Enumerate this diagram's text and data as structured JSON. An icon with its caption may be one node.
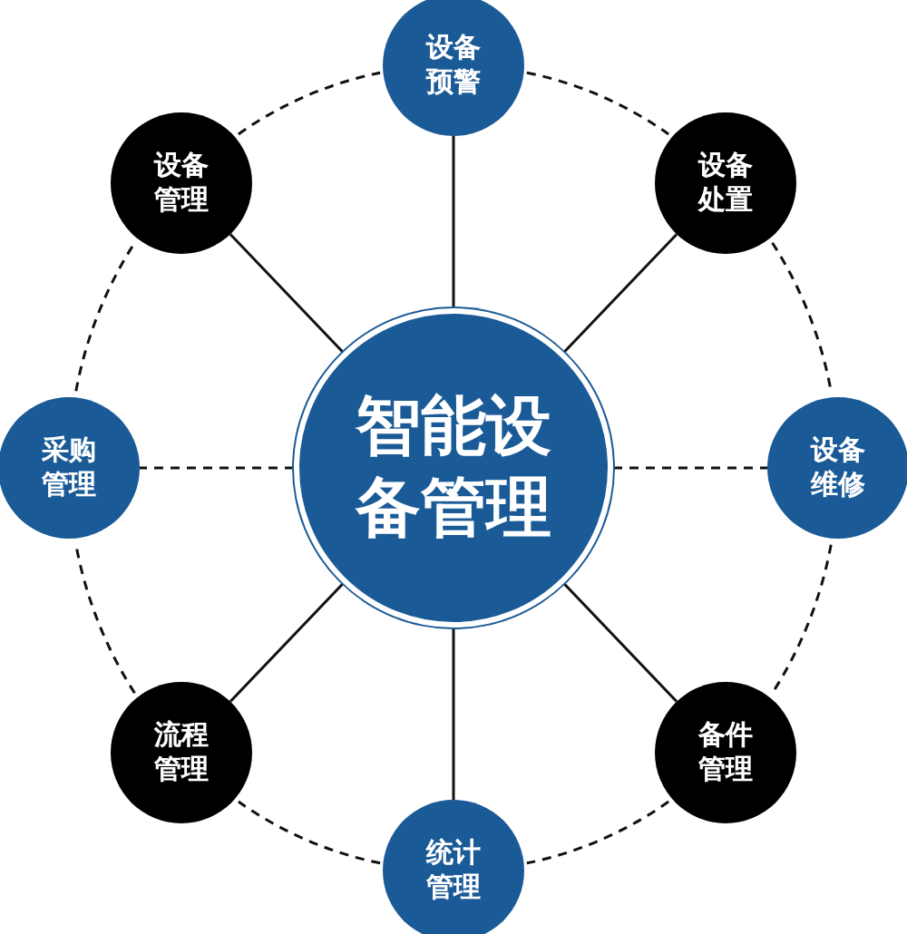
{
  "diagram": {
    "nodes": [
      {
        "text": [
          "智能设备管理"
        ]
      },
      {
        "text": [
          "设备预警"
        ]
      },
      {
        "text": [
          "设备处置"
        ]
      },
      {
        "text": [
          "设备维修"
        ]
      },
      {
        "text": [
          "备件管理"
        ]
      },
      {
        "text": [
          "统计管理"
        ]
      },
      {
        "text": [
          "流程管理"
        ]
      },
      {
        "text": [
          "采购管理"
        ]
      },
      {
        "text": [
          "设备管理"
        ]
      }
    ],
    "edges": [
      {
        "from": 0,
        "to": 1,
        "arrow": "none"
      },
      {
        "from": 0,
        "to": 2,
        "arrow": "none"
      },
      {
        "from": 0,
        "to": 3,
        "arrow": "none",
        "style": "dashed"
      },
      {
        "from": 0,
        "to": 4,
        "arrow": "none"
      },
      {
        "from": 0,
        "to": 5,
        "arrow": "none"
      },
      {
        "from": 0,
        "to": 6,
        "arrow": "none"
      },
      {
        "from": 0,
        "to": 7,
        "arrow": "none",
        "style": "dashed"
      },
      {
        "from": 0,
        "to": 8,
        "arrow": "none"
      },
      {
        "from": 1,
        "to": 2,
        "arrow": "none",
        "style": "dashed"
      },
      {
        "from": 2,
        "to": 3,
        "arrow": "none",
        "style": "dashed"
      },
      {
        "from": 3,
        "to": 4,
        "arrow": "none",
        "style": "dashed"
      },
      {
        "from": 4,
        "to": 5,
        "arrow": "none",
        "style": "dashed"
      },
      {
        "from": 5,
        "to": 6,
        "arrow": "none",
        "style": "dashed"
      },
      {
        "from": 6,
        "to": 7,
        "arrow": "none",
        "style": "dashed"
      },
      {
        "from": 7,
        "to": 8,
        "arrow": "none",
        "style": "dashed"
      },
      {
        "from": 8,
        "to": 1,
        "arrow": "none",
        "style": "dashed"
      }
    ]
  }
}
